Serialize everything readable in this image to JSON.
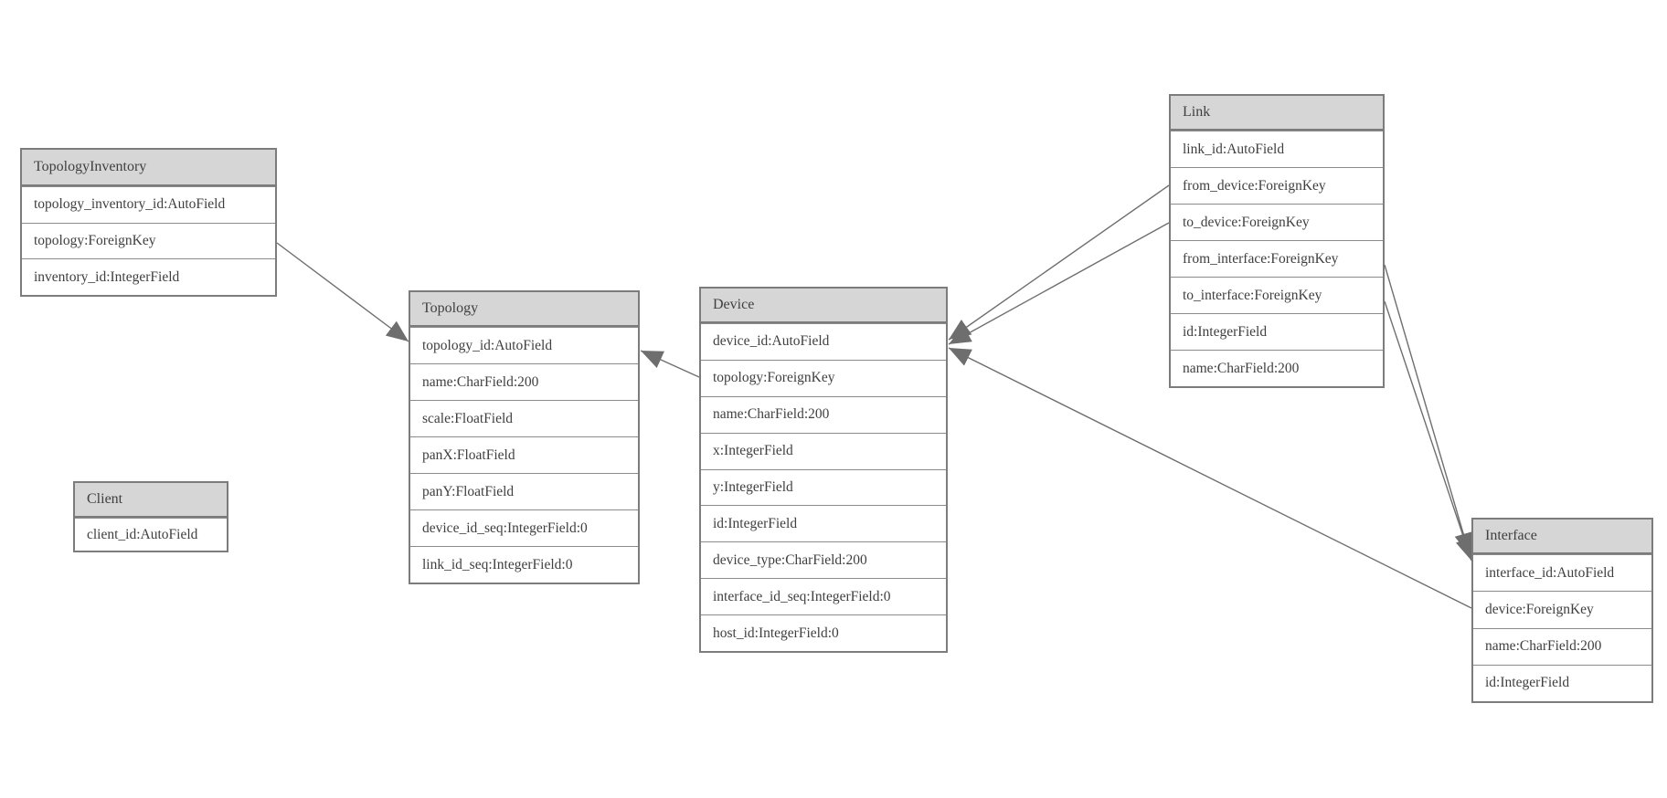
{
  "diagram": {
    "tables": [
      {
        "name": "TopologyInventory",
        "fields": [
          "topology_inventory_id:AutoField",
          "topology:ForeignKey",
          "inventory_id:IntegerField"
        ]
      },
      {
        "name": "Topology",
        "fields": [
          "topology_id:AutoField",
          "name:CharField:200",
          "scale:FloatField",
          "panX:FloatField",
          "panY:FloatField",
          "device_id_seq:IntegerField:0",
          "link_id_seq:IntegerField:0"
        ]
      },
      {
        "name": "Client",
        "fields": [
          "client_id:AutoField"
        ]
      },
      {
        "name": "Device",
        "fields": [
          "device_id:AutoField",
          "topology:ForeignKey",
          "name:CharField:200",
          "x:IntegerField",
          "y:IntegerField",
          "id:IntegerField",
          "device_type:CharField:200",
          "interface_id_seq:IntegerField:0",
          "host_id:IntegerField:0"
        ]
      },
      {
        "name": "Link",
        "fields": [
          "link_id:AutoField",
          "from_device:ForeignKey",
          "to_device:ForeignKey",
          "from_interface:ForeignKey",
          "to_interface:ForeignKey",
          "id:IntegerField",
          "name:CharField:200"
        ]
      },
      {
        "name": "Interface",
        "fields": [
          "interface_id:AutoField",
          "device:ForeignKey",
          "name:CharField:200",
          "id:IntegerField"
        ]
      }
    ],
    "edges": [
      {
        "from": "TopologyInventory.topology",
        "to": "Topology.topology_id"
      },
      {
        "from": "Device.topology",
        "to": "Topology.topology_id"
      },
      {
        "from": "Link.from_device",
        "to": "Device.device_id"
      },
      {
        "from": "Link.to_device",
        "to": "Device.device_id"
      },
      {
        "from": "Link.from_interface",
        "to": "Interface.interface_id"
      },
      {
        "from": "Link.to_interface",
        "to": "Interface.interface_id"
      },
      {
        "from": "Interface.device",
        "to": "Device.device_id"
      }
    ],
    "colors": {
      "background": "#ffffff",
      "entity_border": "#7c7c7c",
      "row_separator": "#8a8a8a",
      "header_fill": "#d6d6d6",
      "text": "#3f3f3f",
      "edge_line": "#6e6e6e",
      "arrowhead_fill": "#6e6e6e"
    }
  }
}
